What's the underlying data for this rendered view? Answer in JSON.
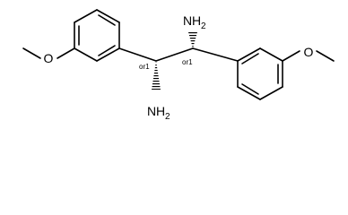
{
  "molecule": {
    "atoms": {
      "nh2_top": {
        "element": "N",
        "hydrogens": "H",
        "count": "2"
      },
      "nh2_bottom": {
        "element": "N",
        "hydrogens": "H",
        "count": "2"
      },
      "oxygen_left": {
        "element": "O"
      },
      "oxygen_right": {
        "element": "O"
      }
    },
    "stereo_labels": {
      "left_center": "or1",
      "right_center": "or1"
    }
  }
}
